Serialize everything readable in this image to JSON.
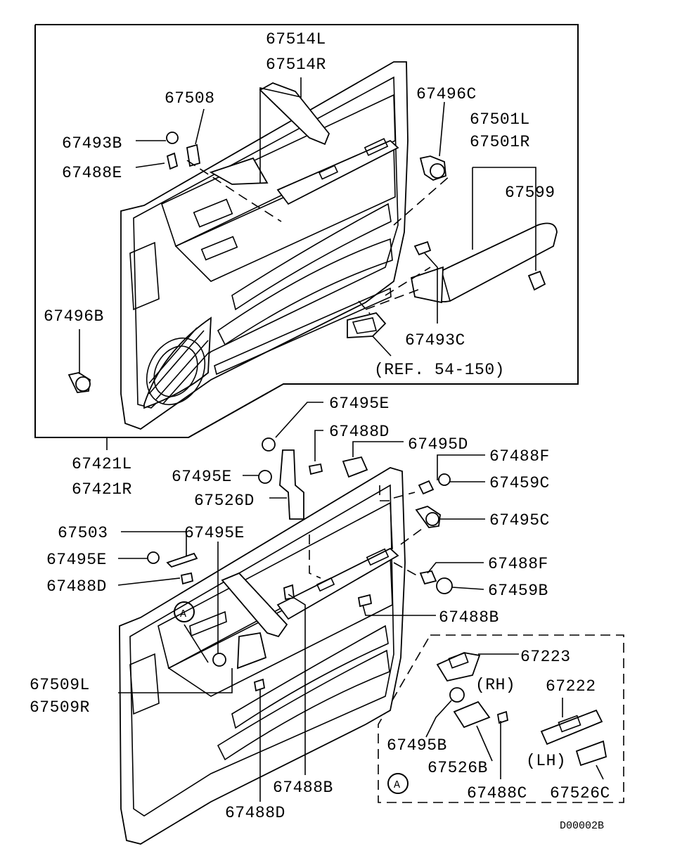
{
  "diagram_id": "D00002B",
  "callout_letter": "A",
  "variants": {
    "rh": "(RH)",
    "lh": "(LH)"
  },
  "reference": "(REF. 54-150)",
  "parts": {
    "p67514L": "67514L",
    "p67514R": "67514R",
    "p67508": "67508",
    "p67496C": "67496C",
    "p67501L": "67501L",
    "p67501R": "67501R",
    "p67493B": "67493B",
    "p67488E": "67488E",
    "p67599": "67599",
    "p67496B": "67496B",
    "p67493C": "67493C",
    "p67421L": "67421L",
    "p67421R": "67421R",
    "p67495E_a": "67495E",
    "p67488D_a": "67488D",
    "p67495D": "67495D",
    "p67488F_a": "67488F",
    "p67495E_b": "67495E",
    "p67459C": "67459C",
    "p67526D": "67526D",
    "p67495C": "67495C",
    "p67503": "67503",
    "p67495E_c": "67495E",
    "p67495E_d": "67495E",
    "p67488F_b": "67488F",
    "p67488D_b": "67488D",
    "p67459B": "67459B",
    "p67488B_a": "67488B",
    "p67223": "67223",
    "p67222": "67222",
    "p67509L": "67509L",
    "p67509R": "67509R",
    "p67495B": "67495B",
    "p67526B": "67526B",
    "p67488C": "67488C",
    "p67526C": "67526C",
    "p67488B_b": "67488B",
    "p67488D_c": "67488D"
  }
}
